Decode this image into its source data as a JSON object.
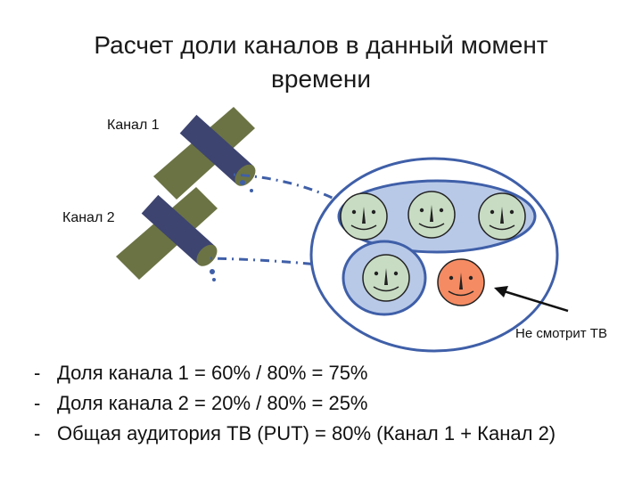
{
  "title": "Расчет доли каналов в данный момент времени",
  "labels": {
    "channel_1": "Канал 1",
    "channel_2": "Канал 2",
    "not_watching": "Не смотрит ТВ"
  },
  "bullets": [
    "Доля канала 1 = 60% / 80% = 75%",
    "Доля канала 2 = 20% / 80% = 25%",
    "Общая аудитория ТВ (PUT) = 80% (Канал 1 + Канал 2)"
  ],
  "icons": {
    "satellite": "satellite-icon",
    "viewer": "smiley-face-icon",
    "arrow": "arrow-left-icon"
  },
  "colors": {
    "panel": "#6b7344",
    "cylinder": "#3d4470",
    "outer_ellipse_fill": "#ffffff",
    "group_fill": "#b8c9e8",
    "outline": "#3f5fa8",
    "viewer_face": "#c8dcc3",
    "non_viewer_face": "#f58b63"
  }
}
